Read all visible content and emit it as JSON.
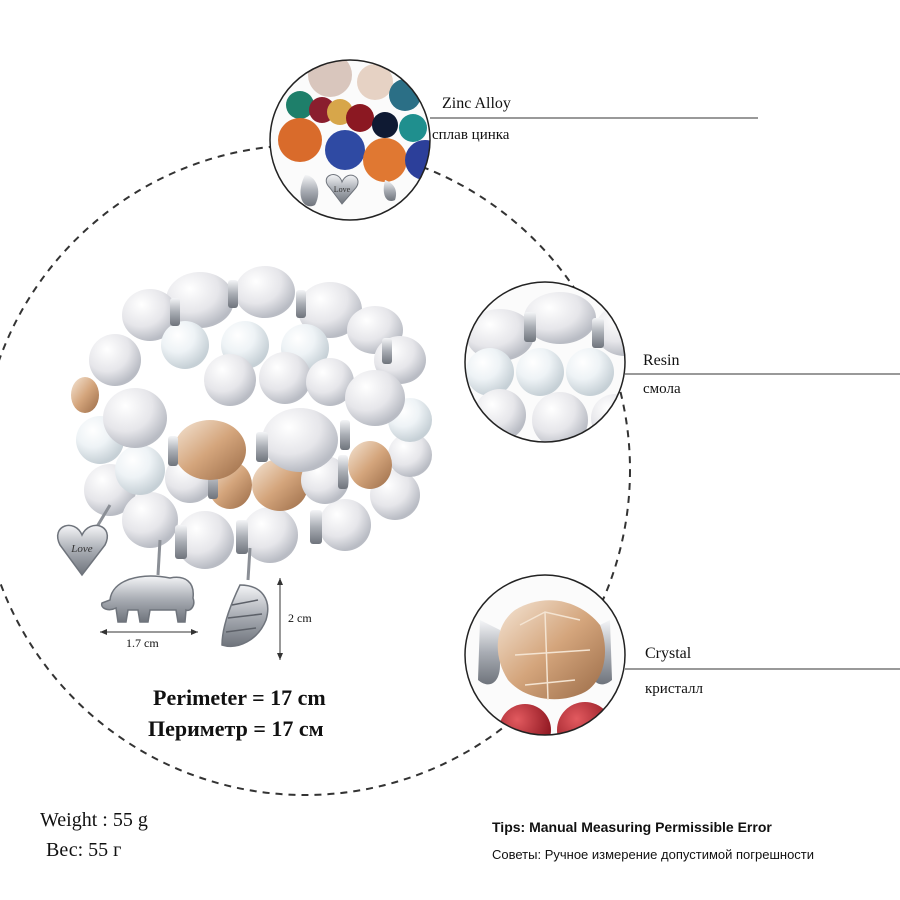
{
  "materials": [
    {
      "en": "Zinc Alloy",
      "ru": "сплав цинка"
    },
    {
      "en": "Resin",
      "ru": "смола"
    },
    {
      "en": "Crystal",
      "ru": "кристалл"
    }
  ],
  "dimensions": {
    "width": "1.7 cm",
    "height": "2 cm"
  },
  "perimeter": {
    "en": "Perimeter = 17 cm",
    "ru": "Периметр = 17 см"
  },
  "weight": {
    "en": "Weight : 55 g",
    "ru": "Вес: 55 г"
  },
  "tips": {
    "en": "Tips: Manual Measuring Permissible Error",
    "ru": "Советы: Ручное измерение допустимой погрешности"
  },
  "charm_text": "Love",
  "colors": {
    "bead_white": "#e4e4e8",
    "crystal": "#d9b394",
    "silver": "#b8bcc2",
    "red": "#b3202a"
  }
}
